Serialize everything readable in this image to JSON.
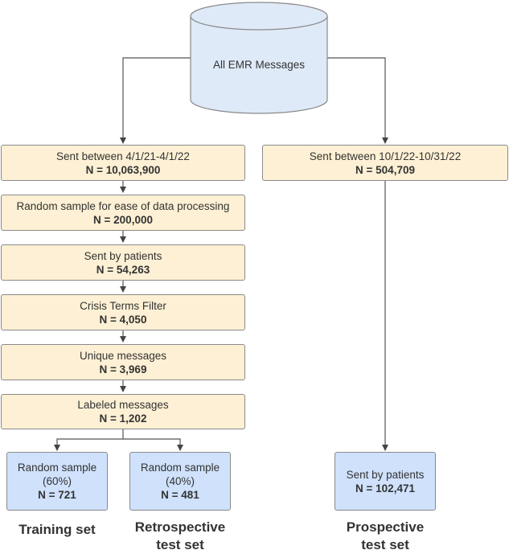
{
  "source": {
    "label": "All EMR Messages"
  },
  "left_chain": [
    {
      "text": "Sent between 4/1/21-4/1/22",
      "n": "N = 10,063,900"
    },
    {
      "text": "Random sample for ease of data processing",
      "n": "N = 200,000"
    },
    {
      "text": "Sent by patients",
      "n": "N = 54,263"
    },
    {
      "text": "Crisis Terms Filter",
      "n": "N = 4,050"
    },
    {
      "text": "Unique messages",
      "n": "N = 3,969"
    },
    {
      "text": "Labeled messages",
      "n": "N = 1,202"
    }
  ],
  "right_chain": {
    "top": {
      "text": "Sent between 10/1/22-10/31/22",
      "n": "N = 504,709"
    },
    "bottom": {
      "text": "Sent by patients",
      "n": "N = 102,471"
    }
  },
  "splits": {
    "training": {
      "line1": "Random sample",
      "line2": "(60%)",
      "n": "N = 721"
    },
    "retrospective": {
      "line1": "Random sample",
      "line2": "(40%)",
      "n": "N = 481"
    }
  },
  "captions": {
    "training": "Training set",
    "retrospective_1": "Retrospective",
    "retrospective_2": "test set",
    "prospective_1": "Prospective",
    "prospective_2": "test set"
  },
  "colors": {
    "step_box": "#fdf0d4",
    "output_box": "#cfe1fb",
    "source_cylinder": "#dfeaf8",
    "border": "#8a8a8a",
    "connector": "#444444"
  }
}
